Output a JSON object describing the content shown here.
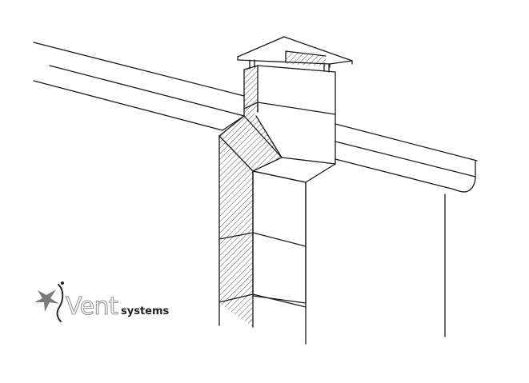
{
  "drawing": {
    "subject": "chimney-vent-duct-through-roof",
    "line_color": "#1a1a1a",
    "hatch_color": "#555555",
    "background": "#ffffff"
  },
  "logo": {
    "brand_prefix": "Vent",
    "brand_suffix": "systems",
    "mark_icon": "swoosh-star-icon",
    "prefix_color": "#9a9a9a",
    "suffix_color": "#222222"
  }
}
